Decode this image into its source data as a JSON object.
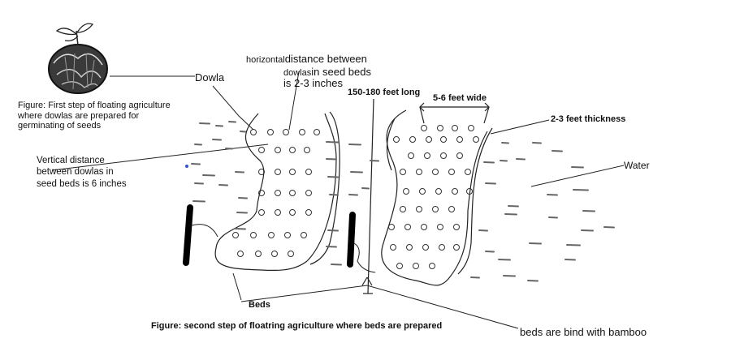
{
  "labels": {
    "dowla": "Dowla",
    "horizontal_prefix": "horizontal",
    "horizontal_rest": "distance between",
    "dowlas_small": "dowlas",
    "in_seed_beds": "in seed beds",
    "inches_23": "is 2-3 inches",
    "length": "150-180 feet  long",
    "width": "5-6 feet wide",
    "thickness": "2-3 feet thickness",
    "water": "Water",
    "beds": "Beds",
    "bamboo": "beds are bind with bamboo",
    "vertical_1": "Vertical distance",
    "vertical_2": "between dowlas in",
    "vertical_3": "seed beds is 6 inches"
  },
  "captions": {
    "first_line1": "Figure: First step of floating agriculture",
    "first_line2": "where dowlas are prepared for",
    "first_line3": "germinating of seeds",
    "second": "Figure: second step of floatring agriculture where beds are prepared"
  }
}
